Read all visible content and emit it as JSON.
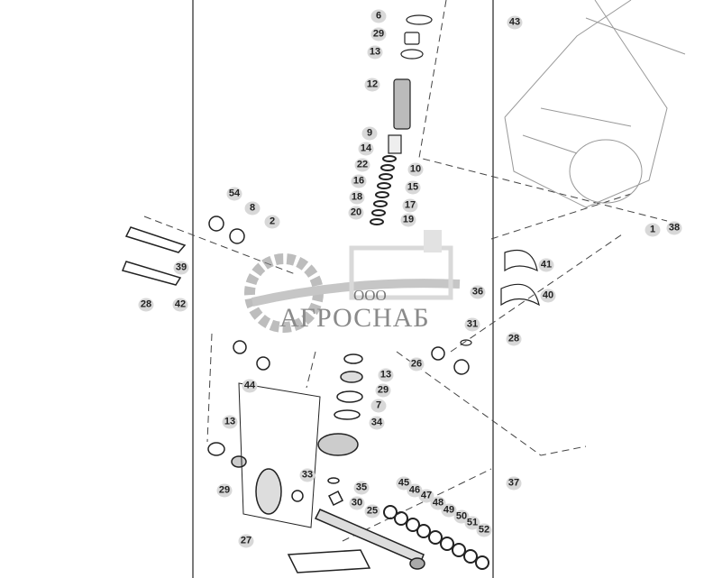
{
  "diagram": {
    "callouts": [
      "6",
      "29",
      "13",
      "12",
      "9",
      "14",
      "10",
      "22",
      "15",
      "16",
      "17",
      "18",
      "19",
      "20",
      "43",
      "54",
      "8",
      "2",
      "39",
      "42",
      "28",
      "41",
      "40",
      "28",
      "1",
      "38",
      "36",
      "31",
      "26",
      "13",
      "29",
      "7",
      "34",
      "44",
      "13",
      "29",
      "33",
      "35",
      "30",
      "27",
      "25",
      "45",
      "46",
      "47",
      "48",
      "49",
      "50",
      "51",
      "52",
      "37"
    ]
  },
  "watermark": {
    "prefix": "ООО",
    "name": "АГРОСНАБ"
  },
  "colors": {
    "line": "#222222",
    "callout_bg": "#d8d8d8",
    "watermark": "#8a8a8a"
  }
}
